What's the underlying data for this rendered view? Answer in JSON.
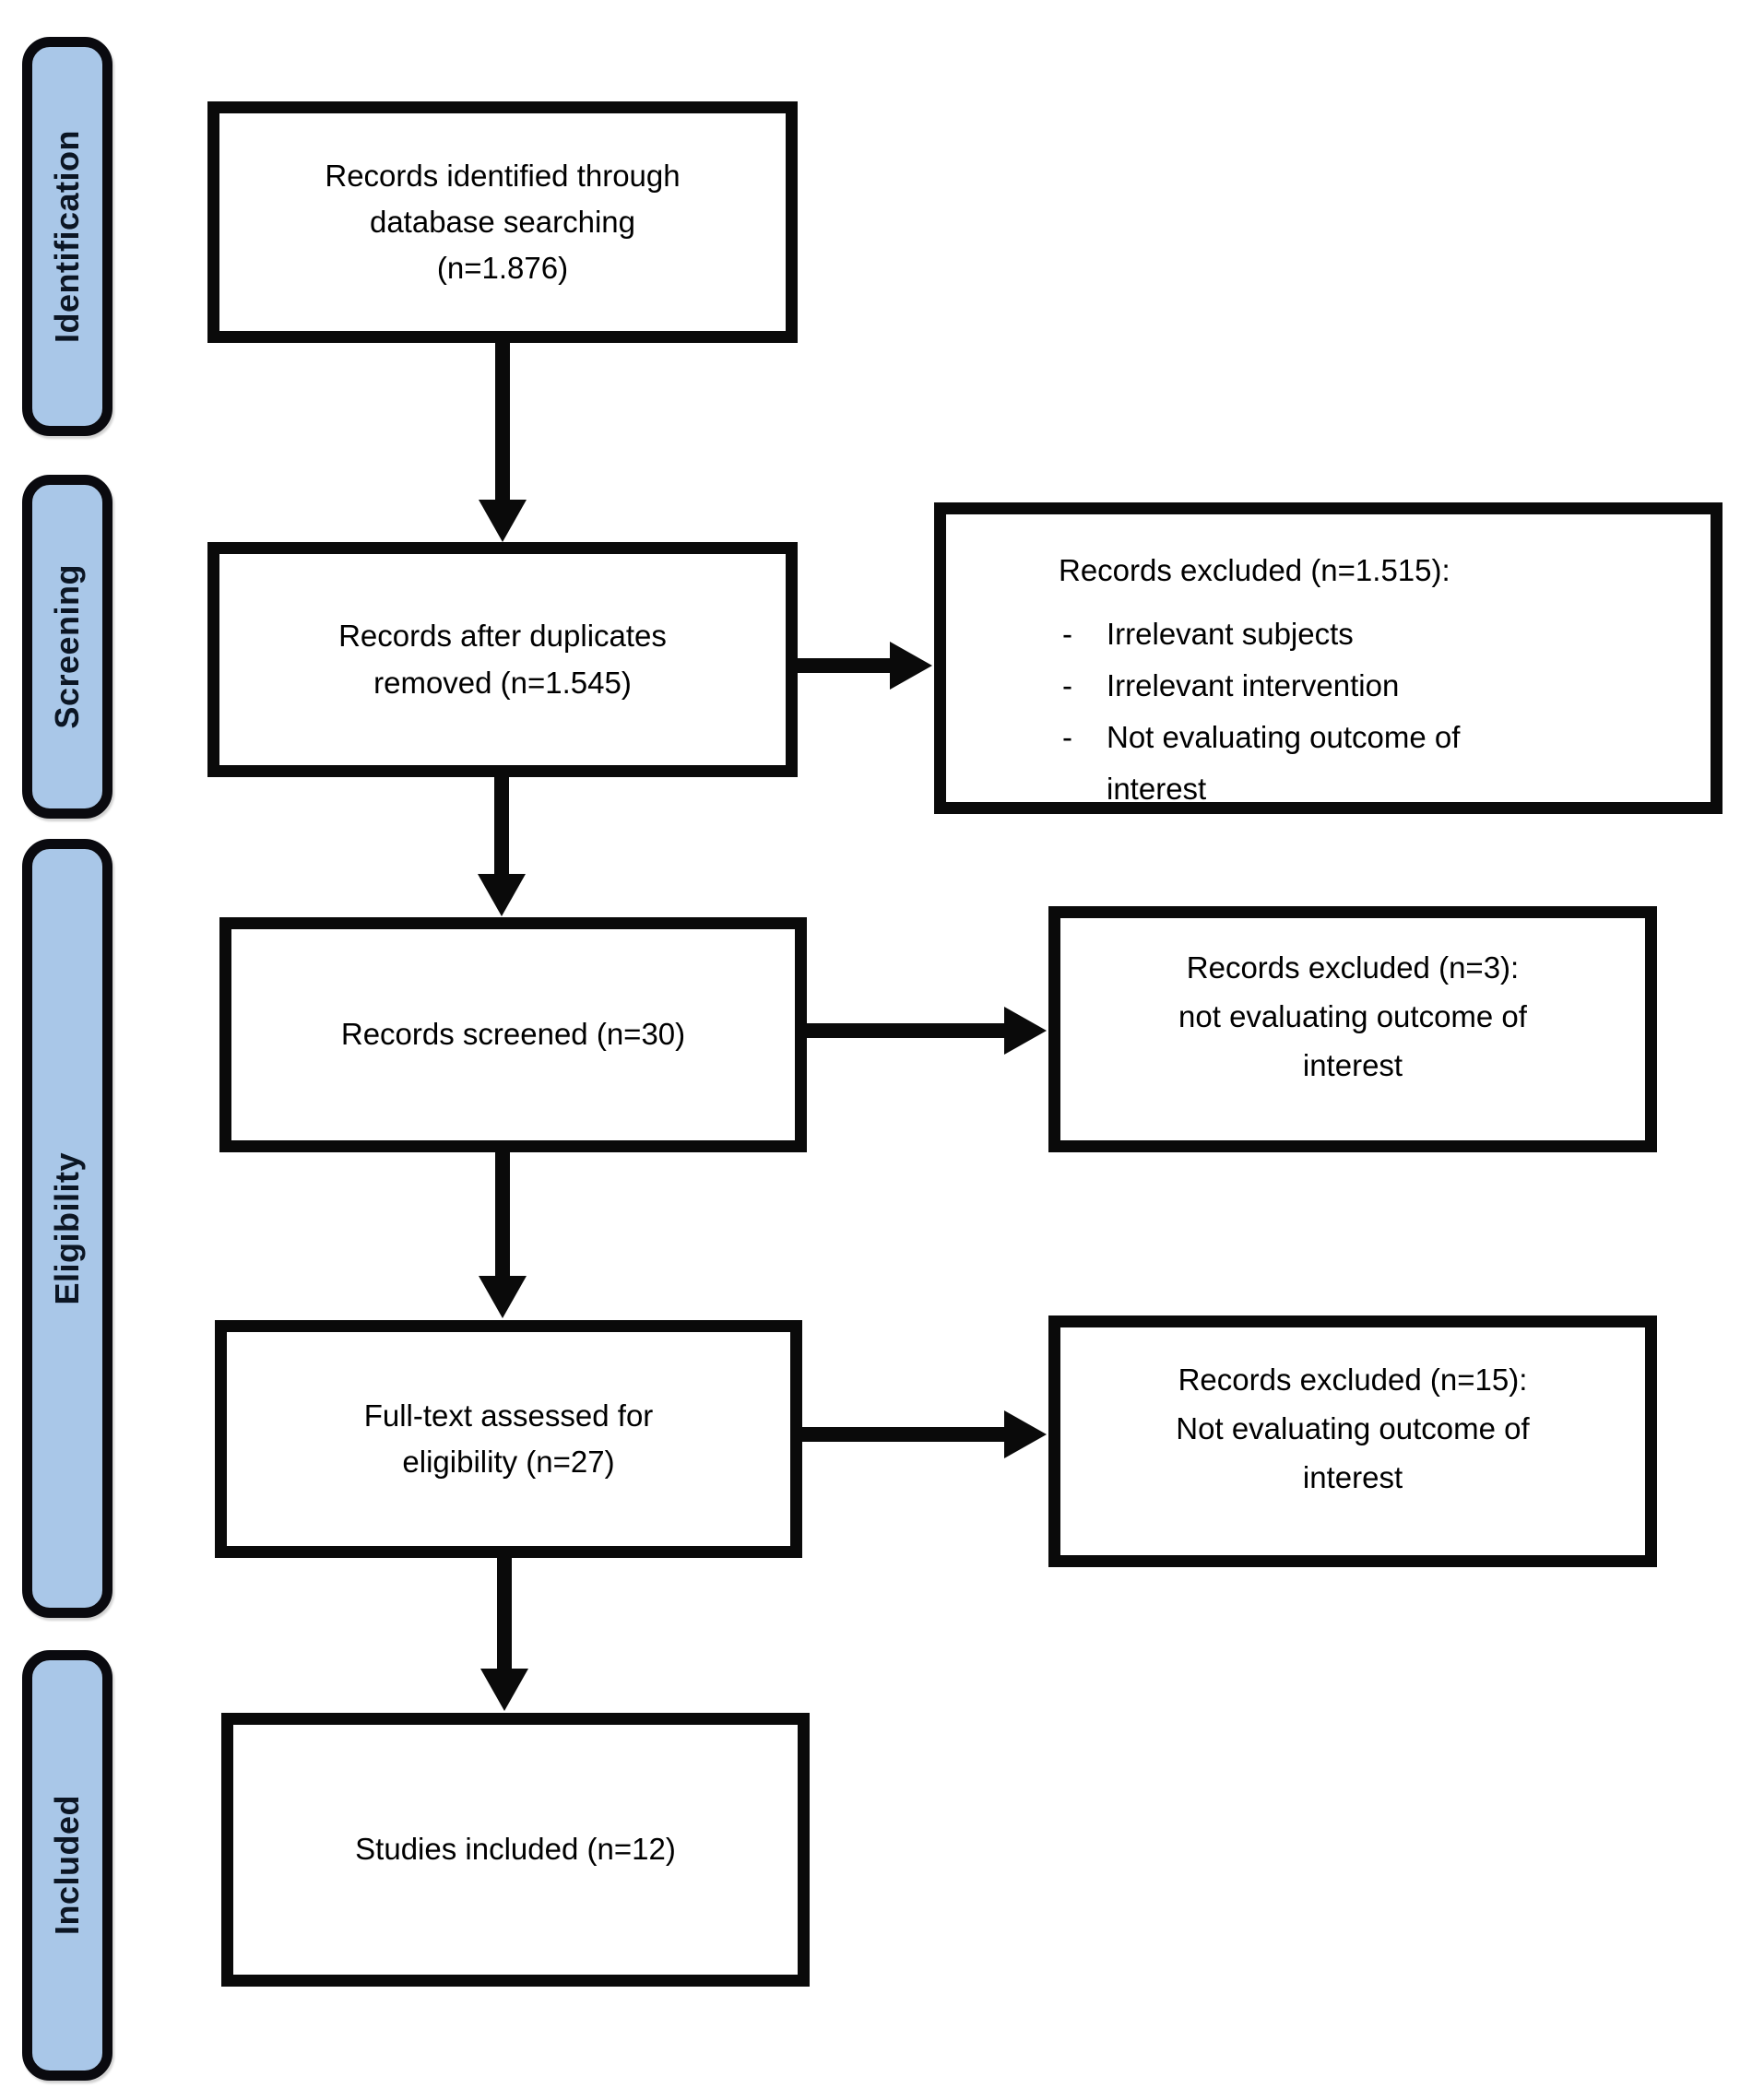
{
  "figure": {
    "type": "prisma-flow-diagram",
    "colors": {
      "stage_fill": "#a9c7e8",
      "stage_text": "#0c1624",
      "line_and_border": "#0a0a0a",
      "box_fill": "#ffffff"
    },
    "stages": [
      {
        "label": "Identification"
      },
      {
        "label": "Screening"
      },
      {
        "label": "Eligibility"
      },
      {
        "label": "Included"
      }
    ],
    "flow": {
      "identified": {
        "text": "Records identified through\ndatabase searching\n(n=1.876)"
      },
      "duplicates_removed": {
        "text": "Records after duplicates\nremoved (n=1.545)"
      },
      "screened": {
        "text": "Records screened (n=30)"
      },
      "full_text": {
        "text": "Full-text assessed for\neligibility (n=27)"
      },
      "included": {
        "text": "Studies included (n=12)"
      }
    },
    "exclusions": {
      "after_duplicates": {
        "title": "Records excluded (n=1.515):",
        "items": [
          "Irrelevant subjects",
          "Irrelevant intervention",
          "Not evaluating outcome of interest"
        ]
      },
      "after_screening": {
        "text": "Records excluded (n=3):\nnot evaluating outcome of\ninterest"
      },
      "after_full_text": {
        "text": "Records excluded (n=15):\nNot evaluating outcome of\ninterest"
      }
    }
  }
}
